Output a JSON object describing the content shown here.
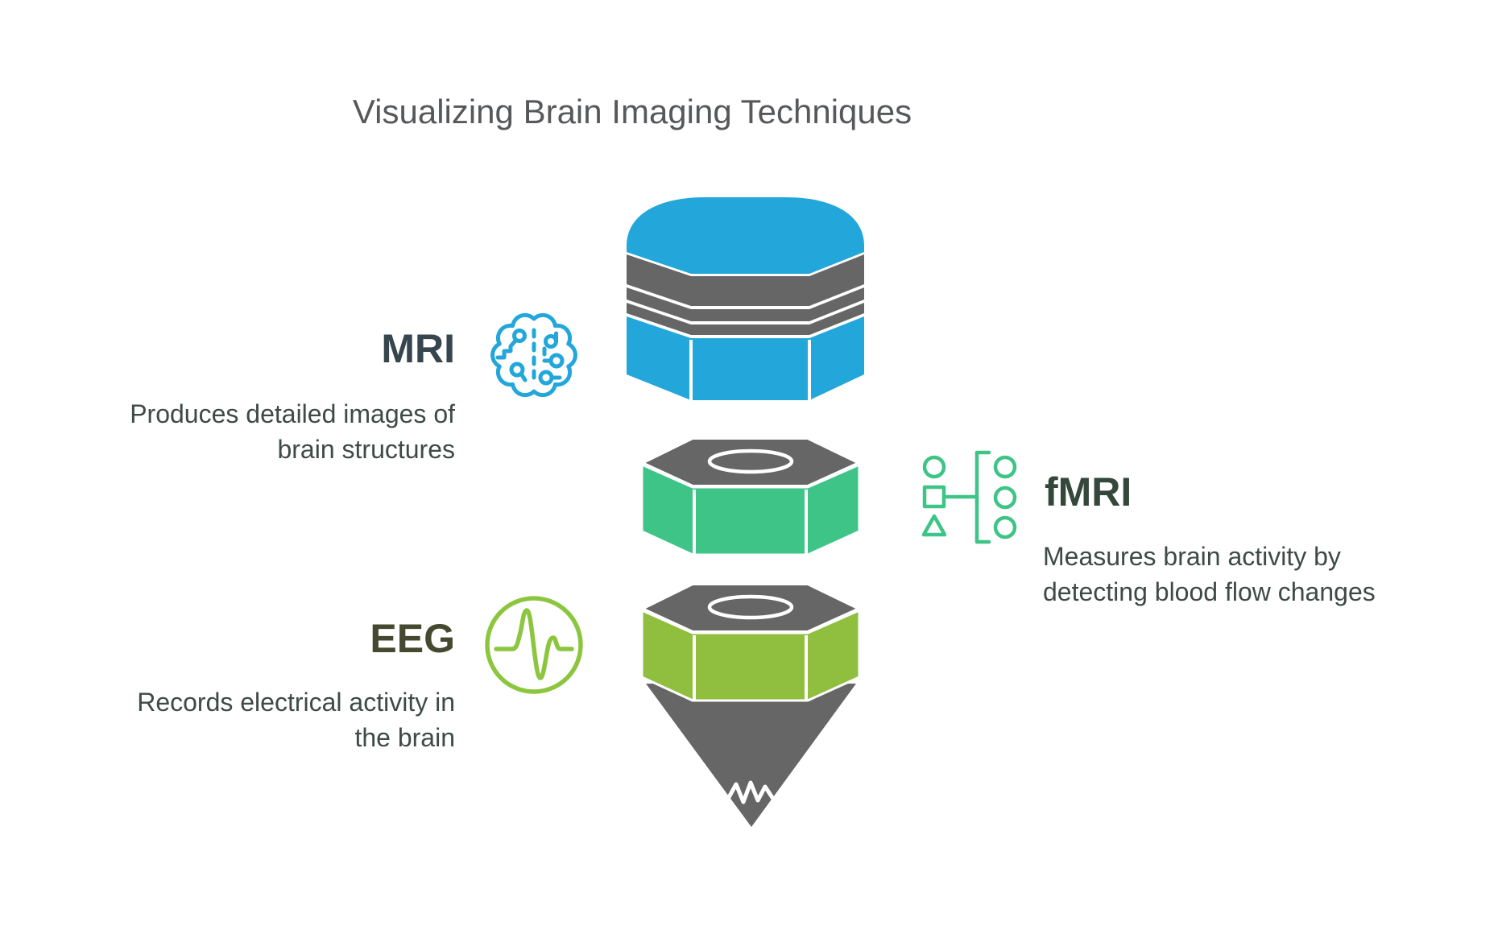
{
  "title": "Visualizing Brain Imaging Techniques",
  "colors": {
    "background": "#FFFFFF",
    "blue": "#23A7DB",
    "gray": "#666666",
    "emerald": "#3EC487",
    "lime": "#90BE3F",
    "lime_icon": "#8CC63E",
    "title": "#56585B",
    "mri_label": "#36454E",
    "fmri_label": "#33473A",
    "eeg_label": "#45492F",
    "desc": "#3E4A46"
  },
  "sections": [
    {
      "id": "mri",
      "label": "MRI",
      "icon": "brain-circuit-icon",
      "description_lines": [
        "Produces detailed images of",
        "brain structures"
      ]
    },
    {
      "id": "fmri",
      "label": "fMRI",
      "icon": "flowchart-icon",
      "description_lines": [
        "Measures brain activity by",
        "detecting blood flow changes"
      ]
    },
    {
      "id": "eeg",
      "label": "EEG",
      "icon": "waveform-icon",
      "description_lines": [
        "Records electrical activity in",
        "the brain"
      ]
    }
  ]
}
